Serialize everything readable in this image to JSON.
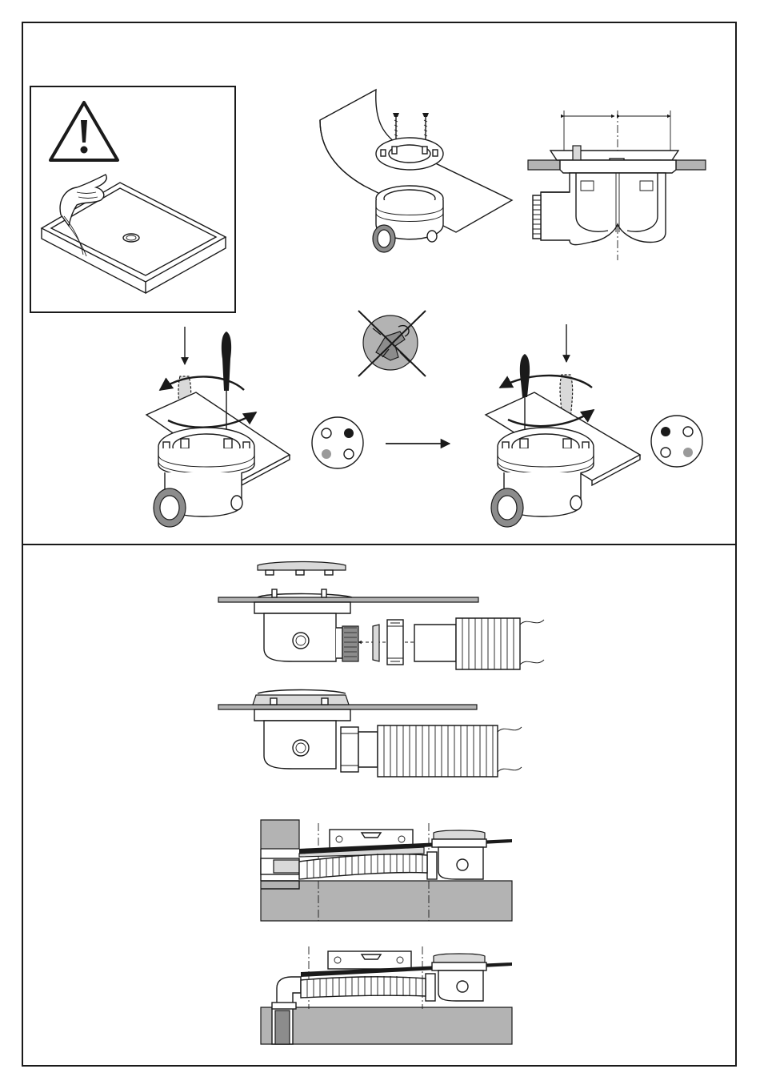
{
  "sheet": {
    "background": "#ffffff",
    "ink": "#1a1a1a",
    "shade": "#b3b3b3"
  },
  "warning": {
    "icon": "warning-triangle-icon"
  },
  "pattern_before": {
    "dots": [
      "white",
      "black",
      "grey",
      "white"
    ]
  },
  "pattern_after": {
    "dots": [
      "black",
      "white",
      "white",
      "grey"
    ]
  }
}
